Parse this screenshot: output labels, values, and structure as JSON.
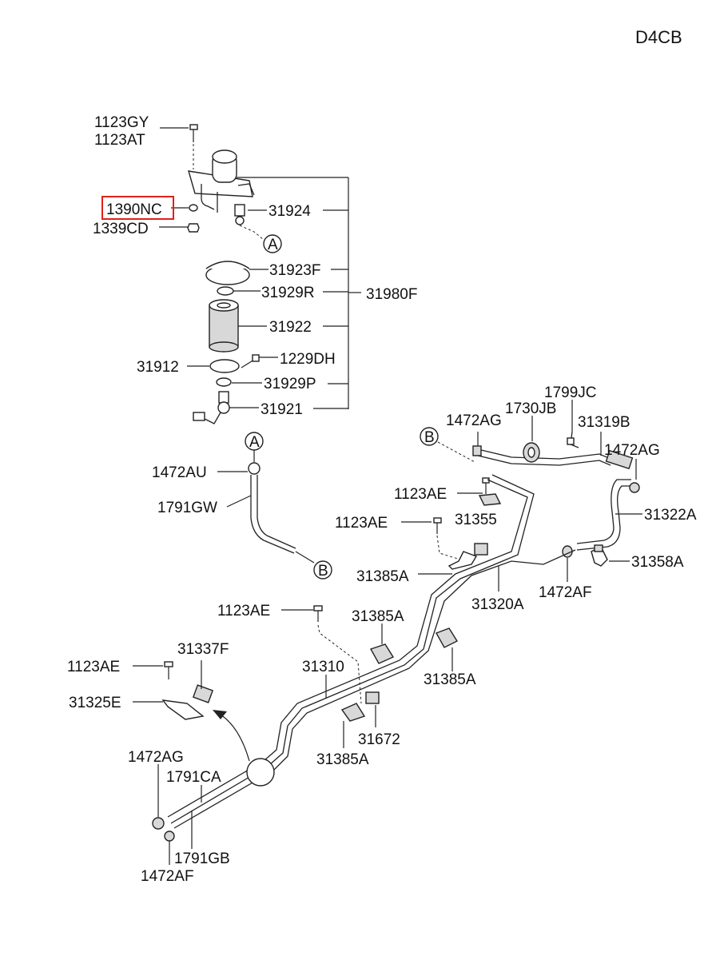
{
  "header": {
    "engine_code": "D4CB"
  },
  "highlight_color": "#e0201b",
  "labels": {
    "p1123GY": "1123GY",
    "p1123AT": "1123AT",
    "p1390NC": "1390NC",
    "p1339CD": "1339CD",
    "p31924": "31924",
    "p31923F": "31923F",
    "p31929R": "31929R",
    "p31980F": "31980F",
    "p31922": "31922",
    "p31912": "31912",
    "p1229DH": "1229DH",
    "p31929P": "31929P",
    "p31921": "31921",
    "p1472AU": "1472AU",
    "p1791GW": "1791GW",
    "p1799JC": "1799JC",
    "p1730JB": "1730JB",
    "p1472AG_top": "1472AG",
    "p31319B": "31319B",
    "p1472AG_right": "1472AG",
    "p1123AE_a": "1123AE",
    "p31322A": "31322A",
    "p1123AE_b": "1123AE",
    "p31355": "31355",
    "p31358A": "31358A",
    "p31385A_a": "31385A",
    "p1472AF_mid": "1472AF",
    "p31320A": "31320A",
    "p1123AE_c": "1123AE",
    "p31385A_b": "31385A",
    "p31337F": "31337F",
    "p1123AE_d": "1123AE",
    "p31310": "31310",
    "p31385A_c": "31385A",
    "p31325E": "31325E",
    "p31672": "31672",
    "p31385A_d": "31385A",
    "p1472AG_bottom": "1472AG",
    "p1791CA": "1791CA",
    "p1791GB": "1791GB",
    "p1472AF_bottom": "1472AF"
  },
  "connectors": {
    "a_top": "A",
    "a_bottom": "A",
    "b_left": "B",
    "b_right": "B"
  }
}
